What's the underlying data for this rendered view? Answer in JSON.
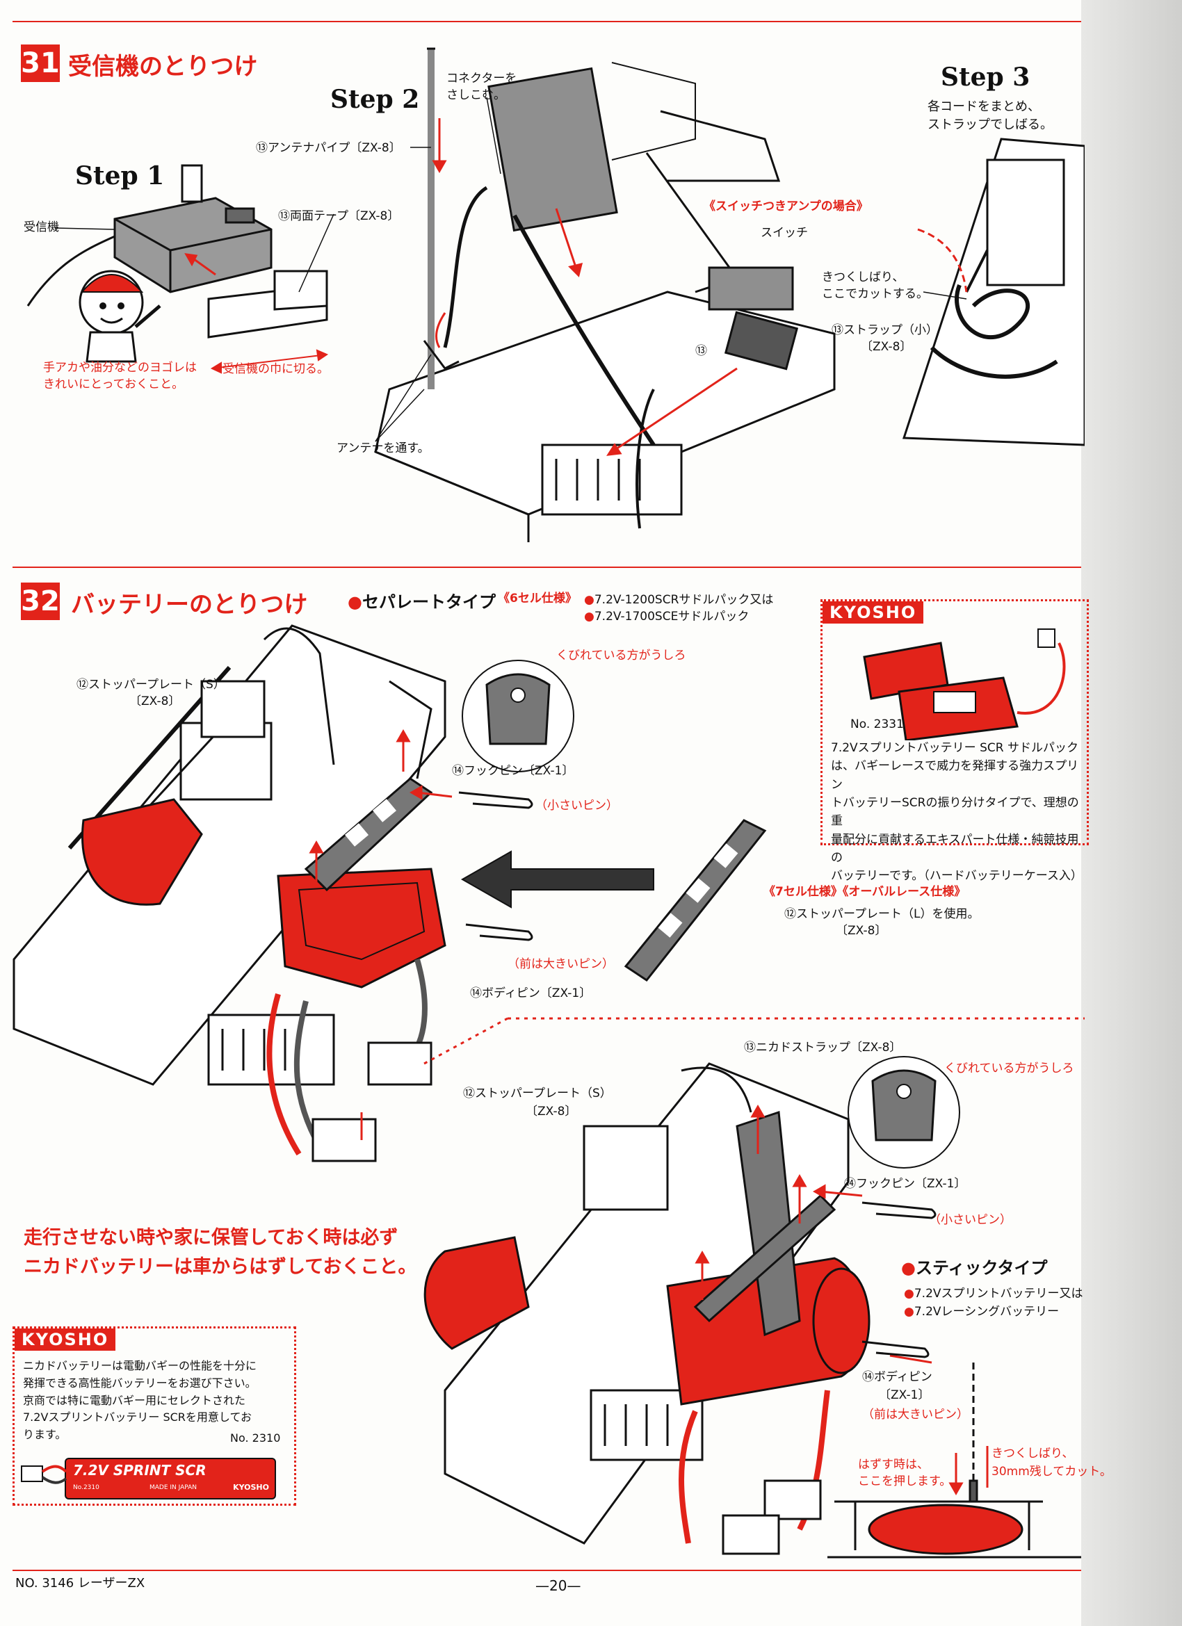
{
  "sec31": {
    "number": "31",
    "title": "受信機のとりつけ",
    "step1": "Step 1",
    "step2": "Step 2",
    "step3": "Step 3",
    "receiver": "受信機",
    "tape": "⑬両面テープ〔ZX-8〕",
    "cut_note": "受信機の巾に切る。",
    "clean_note_1": "手アカや油分などのヨゴレは",
    "clean_note_2": "きれいにとっておくこと。",
    "antenna_pipe": "⑬アンテナパイプ〔ZX-8〕",
    "connector_1": "コネクターを",
    "connector_2": "さしこむ。",
    "antenna_through": "アンテナを通す。",
    "switch_amp": "《スイッチつきアンプの場合》",
    "switch": "スイッチ",
    "tape_num": "⑬",
    "step3_note_1": "各コードをまとめ、",
    "step3_note_2": "ストラップでしばる。",
    "tie_note_1": "きつくしばり、",
    "tie_note_2": "ここでカットする。",
    "strap_small_1": "⑬ストラップ（小）",
    "strap_small_2": "〔ZX-8〕"
  },
  "sec32": {
    "number": "32",
    "title": "バッテリーのとりつけ",
    "separate_type": "セパレートタイプ",
    "six_cell": "《6セル仕様》",
    "sep_item1": "7.2V-1200SCRサドルパック又は",
    "sep_item2": "7.2V-1700SCEサドルパック",
    "stopper_s_1": "⑫ストッパープレート（S）",
    "stopper_s_2": "〔ZX-8〕",
    "notch_rear": "くびれている方がうしろ",
    "hook_pin": "⑭フックピン〔ZX-1〕",
    "small_pin": "（小さいピン）",
    "seven_cell": "《7セル仕様》《オーバルレース仕様》",
    "stopper_l_1": "⑫ストッパープレート（L）を使用。",
    "stopper_l_2": "〔ZX-8〕",
    "front_big_pin": "（前は大きいピン）",
    "body_pin": "⑭ボディピン〔ZX-1〕",
    "kyosho_box1": {
      "logo": "KYOSHO",
      "number": "No. 2331",
      "lines": [
        "7.2Vスプリントバッテリー SCR サドルパック",
        "は、バギーレースで威力を発揮する強力スプリン",
        "トバッテリーSCRの振り分けタイプで、理想の重",
        "量配分に貢献するエキスパート仕様・純競技用の",
        "バッテリーです。（ハードバッテリーケース入）"
      ]
    },
    "nicad_strap": "⑬ニカドストラップ〔ZX-8〕",
    "stopper_s2_1": "⑫ストッパープレート（S）",
    "stopper_s2_2": "〔ZX-8〕",
    "notch_rear2": "くびれている方がうしろ",
    "hook_pin2": "⑭フックピン〔ZX-1〕",
    "small_pin2": "（小さいピン）",
    "warning_1": "走行させない時や家に保管しておく時は必ず",
    "warning_2": "ニカドバッテリーは車からはずしておくこと。",
    "stick_type": "スティックタイプ",
    "stick_item1": "7.2Vスプリントバッテリー又は",
    "stick_item2": "7.2Vレーシングバッテリー",
    "body_pin2_1": "⑭ボディピン",
    "body_pin2_2": "〔ZX-1〕",
    "front_big_pin2": "（前は大きいピン）",
    "remove_1": "はずす時は、",
    "remove_2": "ここを押します。",
    "tie2_1": "きつくしばり、",
    "tie2_2": "30mm残してカット。",
    "kyosho_box2": {
      "logo": "KYOSHO",
      "lines": [
        "ニカドバッテリーは電動バギーの性能を十分に",
        "発揮できる高性能バッテリーをお選び下さい。",
        "京商では特に電動バギー用にセレクトされた",
        "7.2Vスプリントバッテリー SCRを用意してお",
        "ります。"
      ],
      "number": "No. 2310",
      "pack_label": "7.2V SPRINT SCR",
      "pack_small": "KYOSHO",
      "pack_num": "No.2310",
      "pack_made": "MADE IN JAPAN"
    }
  },
  "footer": {
    "model": "NO. 3146 レーザーZX",
    "page": "—20—"
  },
  "colors": {
    "accent": "#e2231a",
    "ink": "#111111"
  }
}
